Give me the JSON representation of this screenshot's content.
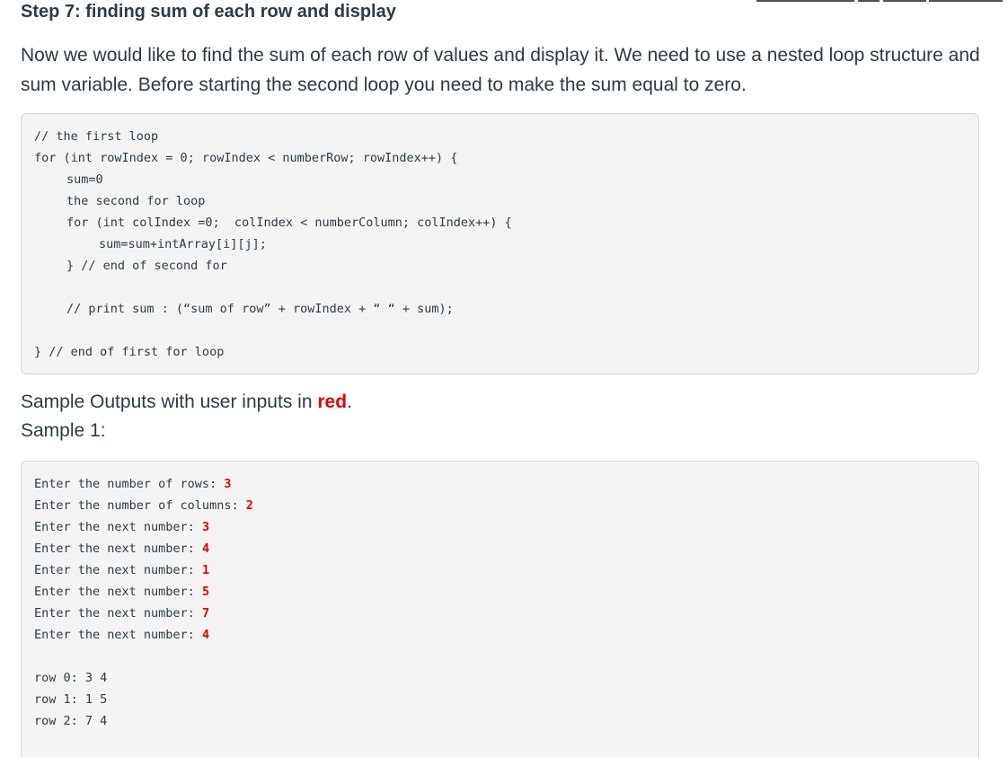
{
  "page": {
    "heading": "Step 7: finding sum of each row and display",
    "intro": "Now we would like to find the sum of each row of values and display it. We need to use a nested loop structure and sum variable. Before starting the second loop you need to make the sum equal to zero."
  },
  "code": {
    "lines": [
      {
        "text": "// the first loop",
        "indent": 0
      },
      {
        "text": "for (int rowIndex = 0; rowIndex < numberRow; rowIndex++) {",
        "indent": 0
      },
      {
        "text": "sum=0",
        "indent": 1
      },
      {
        "text": "the second for loop",
        "indent": 1
      },
      {
        "text": "for (int colIndex =0;  colIndex < numberColumn; colIndex++) {",
        "indent": 1
      },
      {
        "text": "sum=sum+intArray[i][j];",
        "indent": 2
      },
      {
        "text": "} // end of second for",
        "indent": 1
      },
      {
        "text": "",
        "indent": 0
      },
      {
        "text": "// print sum : (“sum of row” + rowIndex + “ “ + sum);",
        "indent": 1
      },
      {
        "text": "",
        "indent": 0
      },
      {
        "text": "} // end of first for loop",
        "indent": 0
      }
    ]
  },
  "samples": {
    "title_prefix": "Sample Outputs with user inputs in ",
    "title_red": "red",
    "title_suffix": ".",
    "sample1_label": "Sample 1:",
    "colors": {
      "input": "#e60000",
      "text": "#2d3b45",
      "code_bg": "#f4f4f4"
    },
    "prompts": [
      {
        "prompt": "Enter the number of rows: ",
        "input": "3"
      },
      {
        "prompt": "Enter the number of columns: ",
        "input": "2"
      },
      {
        "prompt": "Enter the next number: ",
        "input": "3"
      },
      {
        "prompt": "Enter the next number: ",
        "input": "4"
      },
      {
        "prompt": "Enter the next number: ",
        "input": "1"
      },
      {
        "prompt": "Enter the next number: ",
        "input": "5"
      },
      {
        "prompt": "Enter the next number: ",
        "input": "7"
      },
      {
        "prompt": "Enter the next number: ",
        "input": "4"
      }
    ],
    "outputs": [
      "row 0: 3 4",
      "row 1: 1 5",
      "row 2: 7 4"
    ]
  }
}
